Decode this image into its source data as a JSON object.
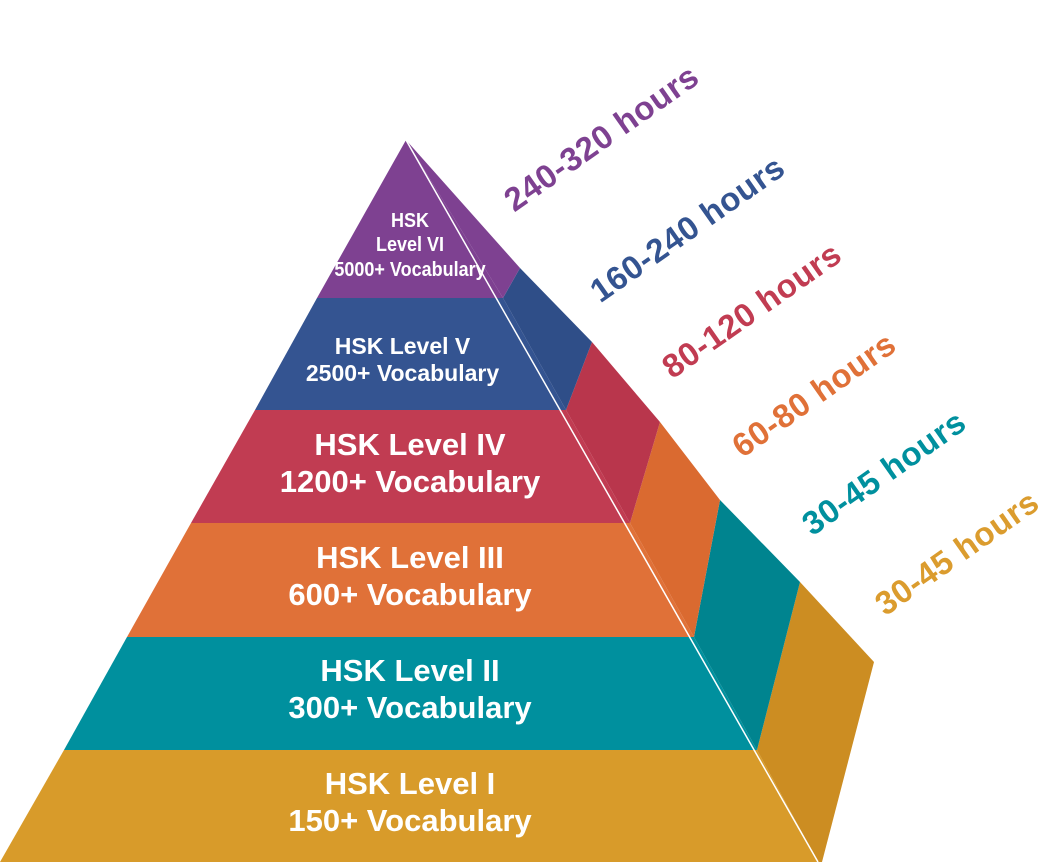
{
  "colors": {
    "level_1": "#D89B2A",
    "level_2": "#00909E",
    "level_3": "#E07138",
    "level_4": "#C13C52",
    "level_5": "#345491",
    "level_6": "#7E4191",
    "hours_1": "#DB9C2E",
    "hours_2": "#00909E",
    "hours_3": "#E07138",
    "hours_4": "#C13C52",
    "hours_5": "#345491",
    "hours_6": "#7E4191"
  },
  "levels": [
    {
      "name": "HSK Level I",
      "vocabulary": "150+ Vocabulary",
      "hours": "30-45 hours"
    },
    {
      "name": "HSK Level II",
      "vocabulary": "300+ Vocabulary",
      "hours": "30-45 hours"
    },
    {
      "name": "HSK Level III",
      "vocabulary": "600+ Vocabulary",
      "hours": "60-80 hours"
    },
    {
      "name": "HSK Level IV",
      "vocabulary": "1200+ Vocabulary",
      "hours": "80-120 hours"
    },
    {
      "name": "HSK Level V",
      "vocabulary": "2500+ Vocabulary",
      "hours": "160-240 hours"
    },
    {
      "name_line1": "HSK",
      "name_line2": "Level VI",
      "vocabulary": "5000+ Vocabulary",
      "hours": "240-320 hours"
    }
  ]
}
